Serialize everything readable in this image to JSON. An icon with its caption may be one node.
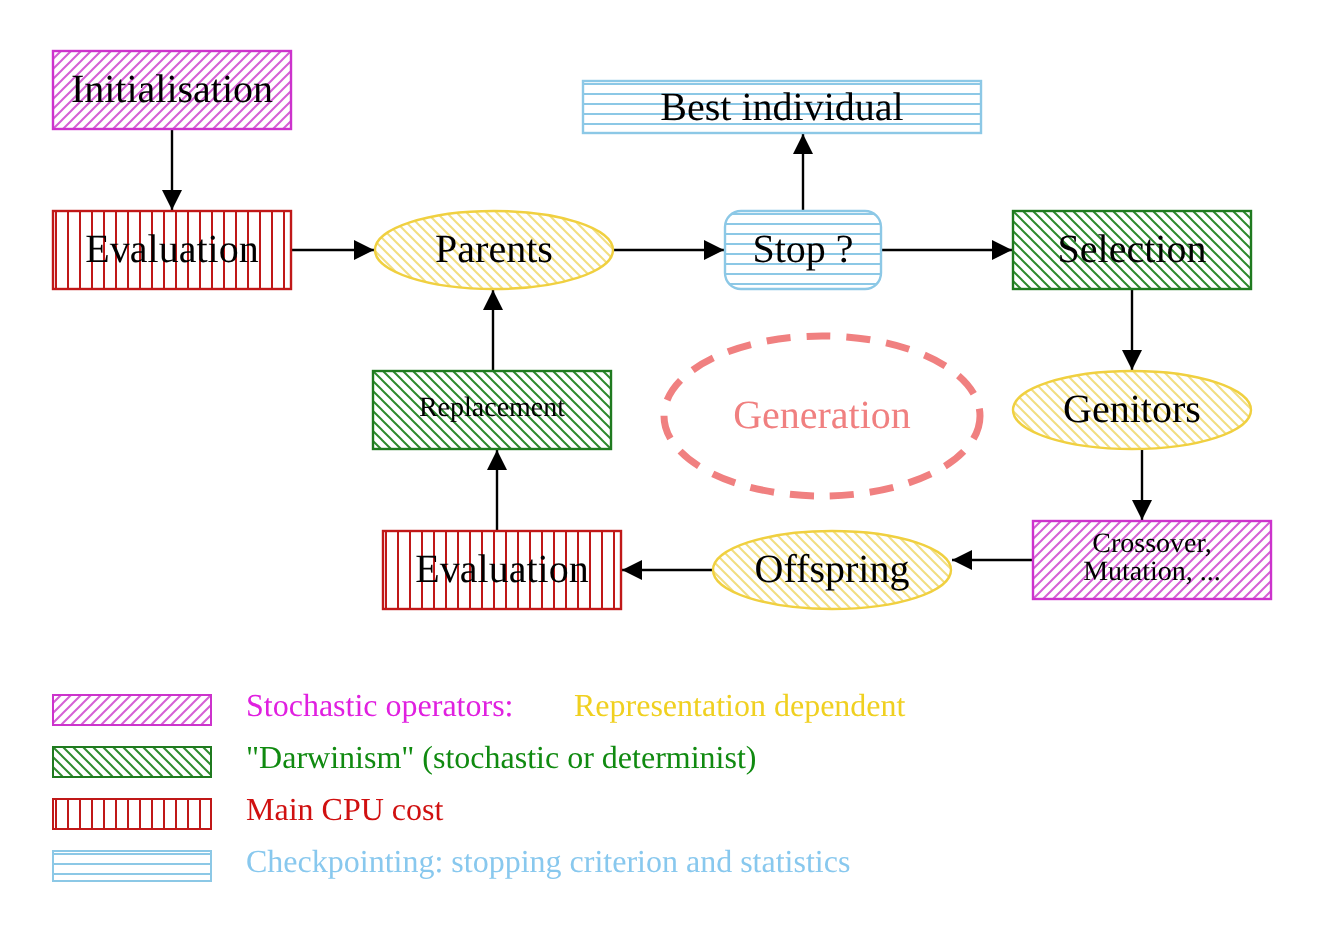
{
  "diagram": {
    "nodes": [
      {
        "text": [
          "Initialisation"
        ]
      },
      {
        "text": [
          "Evaluation"
        ]
      },
      {
        "text": [
          "Parents"
        ]
      },
      {
        "text": [
          "Best individual"
        ]
      },
      {
        "text": [
          "Stop ?"
        ]
      },
      {
        "text": [
          "Selection"
        ]
      },
      {
        "text": [
          "Replacement"
        ]
      },
      {
        "text": [
          "Generation"
        ]
      },
      {
        "text": [
          "Genitors"
        ]
      },
      {
        "text": [
          "Evaluation"
        ]
      },
      {
        "text": [
          "Offspring"
        ]
      },
      {
        "text": [
          "Crossover, Mutation, ..."
        ]
      }
    ],
    "edges": [
      {
        "from": 0,
        "to": 1,
        "arrow": "to"
      },
      {
        "from": 1,
        "to": 2,
        "arrow": "to"
      },
      {
        "from": 2,
        "to": 4,
        "arrow": "to"
      },
      {
        "from": 4,
        "to": 3,
        "arrow": "to"
      },
      {
        "from": 4,
        "to": 5,
        "arrow": "to"
      },
      {
        "from": 5,
        "to": 8,
        "arrow": "to"
      },
      {
        "from": 8,
        "to": 11,
        "arrow": "to"
      },
      {
        "from": 11,
        "to": 10,
        "arrow": "to"
      },
      {
        "from": 10,
        "to": 9,
        "arrow": "to"
      },
      {
        "from": 9,
        "to": 6,
        "arrow": "to"
      },
      {
        "from": 6,
        "to": 2,
        "arrow": "to"
      }
    ],
    "labels": [
      "Representation dependent"
    ],
    "legend": [
      {
        "text": "Stochastic operators:"
      },
      {
        "text": "\"Darwinism\" (stochastic or determinist)"
      },
      {
        "text": "Main CPU cost"
      },
      {
        "text": "Checkpointing: stopping criterion and statistics"
      }
    ]
  }
}
